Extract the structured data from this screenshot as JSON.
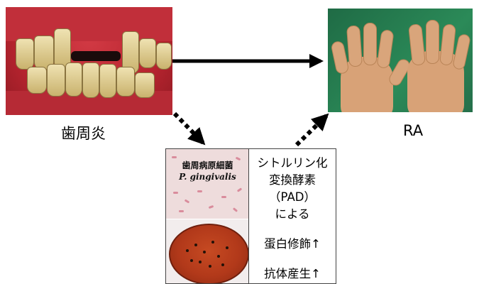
{
  "captions": {
    "periodontitis": "歯周炎",
    "ra": "RA"
  },
  "bacteria": {
    "label_jp": "歯周病原細菌",
    "label_species": "P. gingivalis"
  },
  "mechanism": {
    "lines": [
      "シトルリン化",
      "変換酵素",
      "（PAD）",
      "による",
      "蛋白修飾↑",
      "抗体産生↑"
    ]
  },
  "colors": {
    "arrow": "#000000",
    "gum": "#b7242f",
    "dish": "#b2391a",
    "background_green": "#2b8a58"
  }
}
